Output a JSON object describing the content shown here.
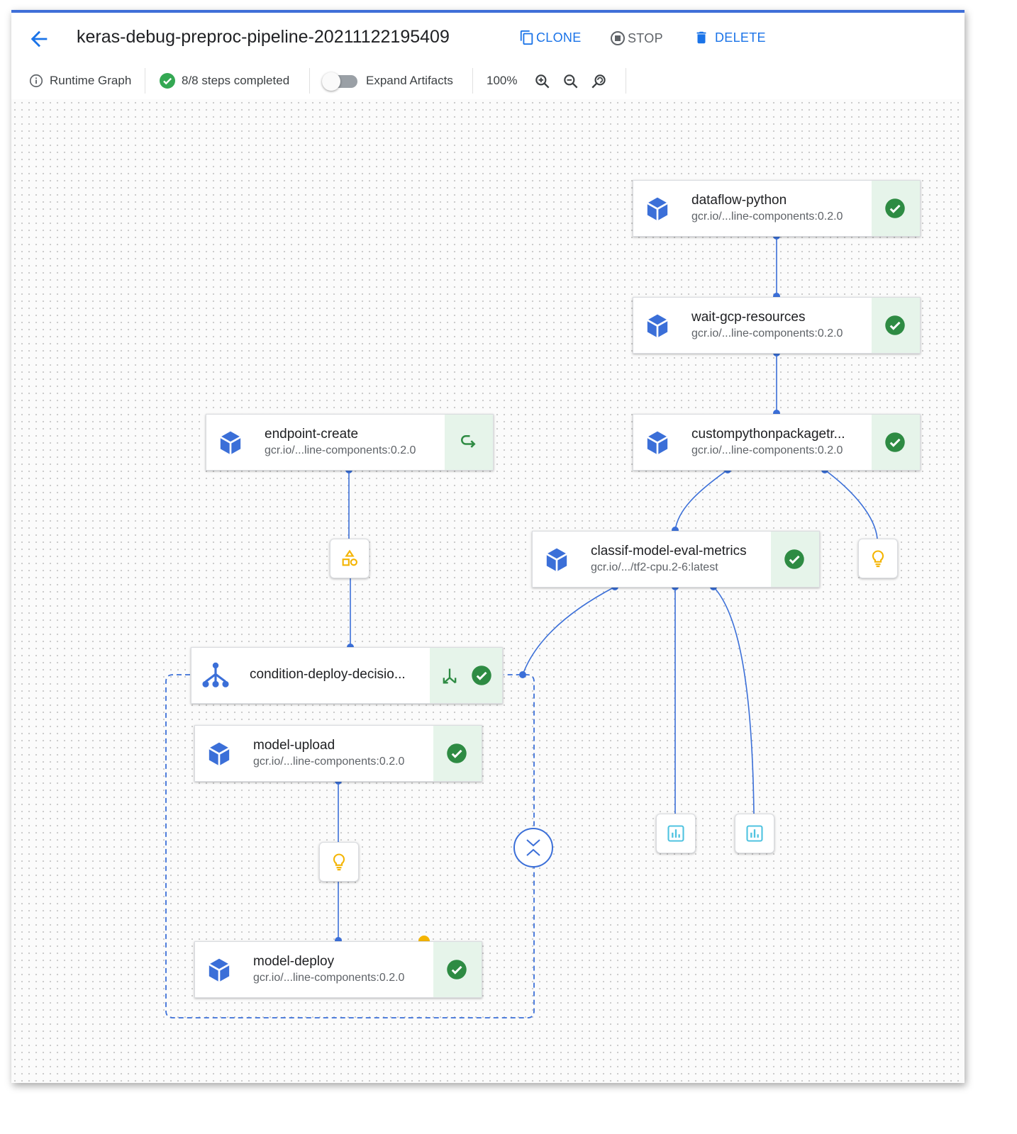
{
  "header": {
    "title": "keras-debug-preproc-pipeline-20211122195409",
    "clone_label": "CLONE",
    "stop_label": "STOP",
    "delete_label": "DELETE"
  },
  "toolbar": {
    "runtime_graph_label": "Runtime Graph",
    "steps_status": "8/8 steps completed",
    "expand_artifacts_label": "Expand Artifacts",
    "expand_artifacts_on": false,
    "zoom_level": "100%"
  },
  "nodes": {
    "dataflow_python": {
      "name": "dataflow-python",
      "image": "gcr.io/...line-components:0.2.0",
      "status": "succeeded"
    },
    "wait_gcp_resources": {
      "name": "wait-gcp-resources",
      "image": "gcr.io/...line-components:0.2.0",
      "status": "succeeded"
    },
    "custompythonpackage": {
      "name": "custompythonpackagetr...",
      "image": "gcr.io/...line-components:0.2.0",
      "status": "succeeded"
    },
    "endpoint_create": {
      "name": "endpoint-create",
      "image": "gcr.io/...line-components:0.2.0",
      "status": "cached"
    },
    "classif_model_eval": {
      "name": "classif-model-eval-metrics",
      "image": "gcr.io/.../tf2-cpu.2-6:latest",
      "status": "succeeded"
    },
    "condition_deploy": {
      "name": "condition-deploy-decisio...",
      "status": "succeeded"
    },
    "model_upload": {
      "name": "model-upload",
      "image": "gcr.io/...line-components:0.2.0",
      "status": "succeeded"
    },
    "model_deploy": {
      "name": "model-deploy",
      "image": "gcr.io/...line-components:0.2.0",
      "status": "succeeded"
    }
  },
  "icons": {
    "node": "cube-icon",
    "succeeded": "check-circle-icon",
    "cached": "cached-arrow-icon",
    "condition": "branch-icon",
    "model_artifact": "lightbulb-icon",
    "generic_artifact": "shapes-icon",
    "metrics_artifact": "bar-chart-icon"
  },
  "colors": {
    "accent": "#1a73e8",
    "node_icon": "#3b6fd8",
    "success": "#34a853",
    "success_bg": "#e6f4ea",
    "artifact_model": "#f4b400",
    "artifact_metrics": "#4fc3e0",
    "edge": "#3b6fd8"
  }
}
